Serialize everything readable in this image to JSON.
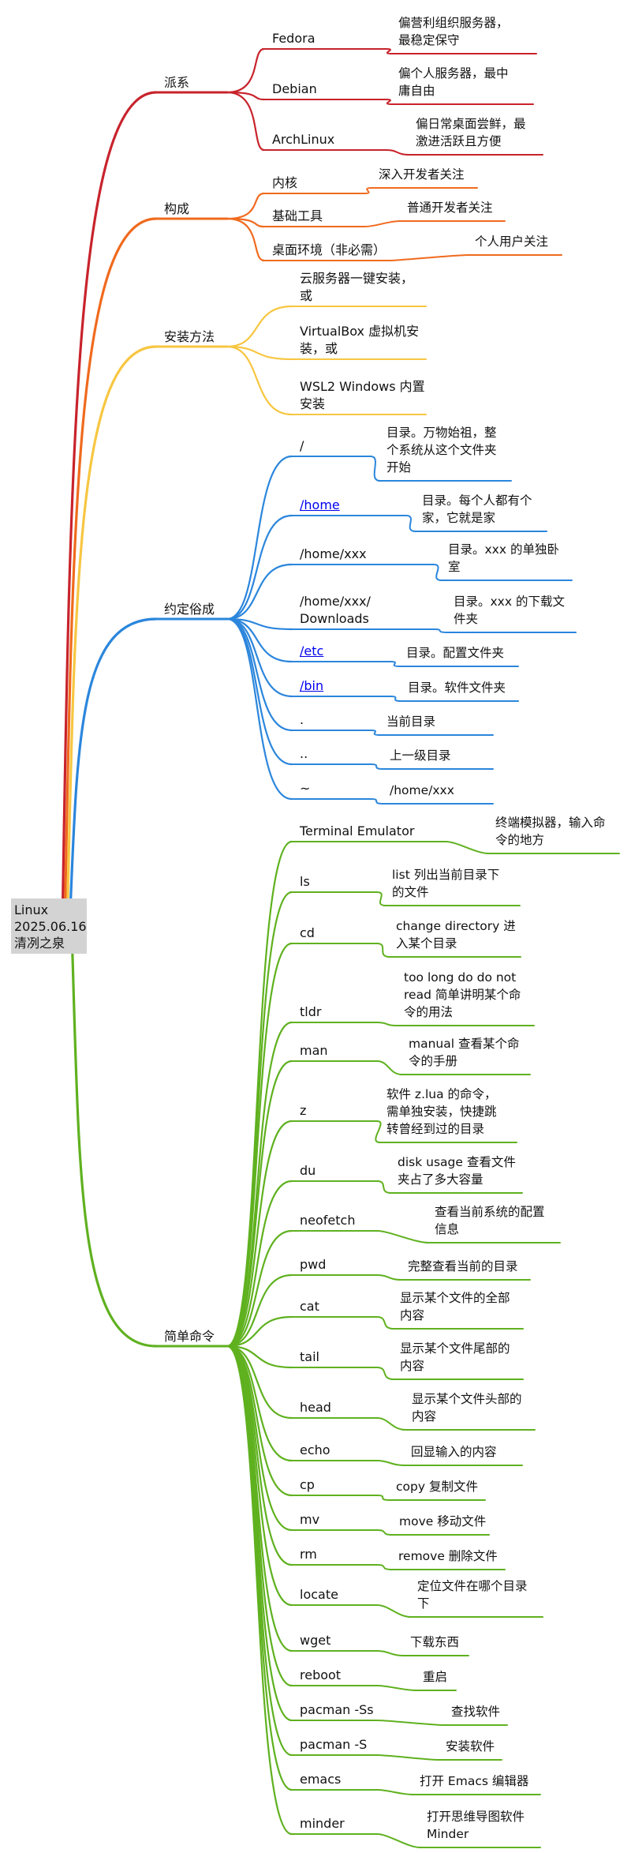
{
  "root": {
    "lines": [
      "Linux",
      "2025.06.16",
      "清冽之泉"
    ]
  },
  "branches": [
    {
      "label": "派系",
      "color": "#c8232c",
      "children": [
        {
          "label": "Fedora",
          "note": "偏营利组织服务器，\n最稳定保守"
        },
        {
          "label": "Debian",
          "note": "偏个人服务器，最中\n庸自由"
        },
        {
          "label": "ArchLinux",
          "note": "偏日常桌面尝鲜，最\n激进活跃且方便"
        }
      ]
    },
    {
      "label": "构成",
      "color": "#f06a1d",
      "children": [
        {
          "label": "内核",
          "note": "深入开发者关注"
        },
        {
          "label": "基础工具",
          "note": "普通开发者关注"
        },
        {
          "label": "桌面环境（非必需）",
          "note": "个人用户关注"
        }
      ]
    },
    {
      "label": "安装方法",
      "color": "#f7c641",
      "children": [
        {
          "label": "云服务器一键安装，\n或"
        },
        {
          "label": "VirtualBox 虚拟机安\n装，或"
        },
        {
          "label": "WSL2 Windows 内置\n安装"
        }
      ]
    },
    {
      "label": "约定俗成",
      "color": "#2b86dc",
      "children": [
        {
          "label": "/",
          "note": "目录。万物始祖，整\n个系统从这个文件夹\n开始"
        },
        {
          "label": "/home",
          "link": true,
          "note": "目录。每个人都有个\n家，它就是家"
        },
        {
          "label": "/home/xxx",
          "note": "目录。xxx 的单独卧\n室"
        },
        {
          "label": "/home/xxx/\nDownloads",
          "note": "目录。xxx 的下载文\n件夹"
        },
        {
          "label": "/etc",
          "link": true,
          "note": "目录。配置文件夹"
        },
        {
          "label": "/bin",
          "link": true,
          "note": "目录。软件文件夹"
        },
        {
          "label": ".",
          "note": "当前目录"
        },
        {
          "label": "..",
          "note": "上一级目录"
        },
        {
          "label": "~",
          "note": "/home/xxx"
        }
      ]
    },
    {
      "label": "简单命令",
      "color": "#5fb11f",
      "children": [
        {
          "label": "Terminal Emulator",
          "note": "终端模拟器，输入命\n令的地方"
        },
        {
          "label": "ls",
          "note": "list 列出当前目录下\n的文件"
        },
        {
          "label": "cd",
          "note": "change directory 进\n入某个目录"
        },
        {
          "label": "tldr",
          "note": "too long do do not\nread 简单讲明某个命\n令的用法"
        },
        {
          "label": "man",
          "note": "manual 查看某个命\n令的手册"
        },
        {
          "label": "z",
          "note": "软件 z.lua 的命令，\n需单独安装，快捷跳\n转曾经到过的目录"
        },
        {
          "label": "du",
          "note": "disk usage 查看文件\n夹占了多大容量"
        },
        {
          "label": "neofetch",
          "note": "查看当前系统的配置\n信息"
        },
        {
          "label": "pwd",
          "note": "完整查看当前的目录"
        },
        {
          "label": "cat",
          "note": "显示某个文件的全部\n内容"
        },
        {
          "label": "tail",
          "note": "显示某个文件尾部的\n内容"
        },
        {
          "label": "head",
          "note": "显示某个文件头部的\n内容"
        },
        {
          "label": "echo",
          "note": "回显输入的内容"
        },
        {
          "label": "cp",
          "note": "copy 复制文件"
        },
        {
          "label": "mv",
          "note": "move 移动文件"
        },
        {
          "label": "rm",
          "note": "remove 删除文件"
        },
        {
          "label": "locate",
          "note": "定位文件在哪个目录\n下"
        },
        {
          "label": "wget",
          "note": "下载东西"
        },
        {
          "label": "reboot",
          "note": "重启"
        },
        {
          "label": "pacman -Ss",
          "note": "查找软件"
        },
        {
          "label": "pacman -S",
          "note": "安装软件"
        },
        {
          "label": "emacs",
          "note": "打开 Emacs 编辑器"
        },
        {
          "label": "minder",
          "note": "打开思维导图软件\nMinder"
        }
      ]
    }
  ]
}
